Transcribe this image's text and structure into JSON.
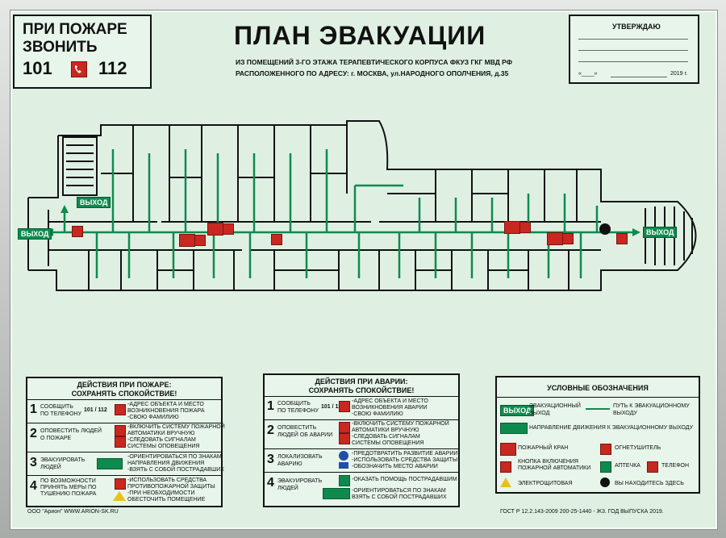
{
  "call_box": {
    "line1": "ПРИ ПОЖАРЕ",
    "line2": "ЗВОНИТЬ",
    "num1": "101",
    "num2": "112"
  },
  "title": "ПЛАН ЭВАКУАЦИИ",
  "subtitle1": "ИЗ ПОМЕЩЕНИЙ 3-ГО ЭТАЖА  ТЕРАПЕВТИЧЕСКОГО КОРПУСА ФКУЗ ГКГ МВД РФ",
  "subtitle2": "РАСПОЛОЖЕННОГО ПО АДРЕСУ: г. МОСКВА, ул.НАРОДНОГО ОПОЛЧЕНИЯ, д.35",
  "approve": {
    "title": "УТВЕРЖДАЮ",
    "date_prefix": "«____»",
    "year": "2019 г."
  },
  "plan": {
    "exit_label": "ВЫХОД"
  },
  "fire_panel": {
    "title1": "ДЕЙСТВИЯ ПРИ ПОЖАРЕ:",
    "title2": "СОХРАНЯТЬ СПОКОЙСТВИЕ!",
    "steps": [
      {
        "num": "1",
        "left1": "СООБЩИТЬ",
        "left2": "ПО ТЕЛЕФОНУ",
        "nums": "101 / 112",
        "right1": "-АДРЕС ОБЪЕКТА И МЕСТО",
        "right2": "ВОЗНИКНОВЕНИЯ ПОЖАРА",
        "right3": "-СВОЮ ФАМИЛИЮ"
      },
      {
        "num": "2",
        "left1": "ОПОВЕСТИТЬ ЛЮДЕЙ",
        "left2": "О ПОЖАРЕ",
        "right1": "-ВКЛЮЧИТЬ СИСТЕМУ ПОЖАРНОЙ",
        "right2": "АВТОМАТИКИ ВРУЧНУЮ",
        "right3": "-СЛЕДОВАТЬ СИГНАЛАМ",
        "right4": "СИСТЕМЫ ОПОВЕЩЕНИЯ"
      },
      {
        "num": "3",
        "left1": "ЭВАКУИРОВАТЬ",
        "left2": "ЛЮДЕЙ",
        "right1": "-ОРИЕНТИРОВАТЬСЯ ПО ЗНАКАМ",
        "right2": "НАПРАВЛЕНИЯ ДВИЖЕНИЯ",
        "right3": "-ВЗЯТЬ С СОБОЙ ПОСТРАДАВШИХ"
      },
      {
        "num": "4",
        "left1": "ПО ВОЗМОЖНОСТИ",
        "left2": "ПРИНЯТЬ МЕРЫ ПО",
        "left3": "ТУШЕНИЮ ПОЖАРА",
        "right1": "-ИСПОЛЬЗОВАТЬ СРЕДСТВА",
        "right2": "ПРОТИВОПОЖАРНОЙ ЗАЩИТЫ",
        "right3": "-ПРИ НЕОБХОДИМОСТИ",
        "right4": "ОБЕСТОЧИТЬ ПОМЕЩЕНИЕ"
      }
    ]
  },
  "accident_panel": {
    "title1": "ДЕЙСТВИЯ ПРИ АВАРИИ:",
    "title2": "СОХРАНЯТЬ СПОКОЙСТВИЕ!",
    "steps": [
      {
        "num": "1",
        "left1": "СООБЩИТЬ",
        "left2": "ПО ТЕЛЕФОНУ",
        "nums": "101 / 112",
        "right1": "-АДРЕС ОБЪЕКТА И МЕСТО",
        "right2": "ВОЗНИКНОВЕНИЯ АВАРИИ",
        "right3": "-СВОЮ ФАМИЛИЮ"
      },
      {
        "num": "2",
        "left1": "ОПОВЕСТИТЬ",
        "left2": "ЛЮДЕЙ ОБ АВАРИИ",
        "right1": "-ВКЛЮЧИТЬ СИСТЕМУ ПОЖАРНОЙ",
        "right2": "АВТОМАТИКИ ВРУЧНУЮ",
        "right3": "-СЛЕДОВАТЬ СИГНАЛАМ",
        "right4": "СИСТЕМЫ ОПОВЕЩЕНИЯ"
      },
      {
        "num": "3",
        "left1": "ЛОКАЛИЗОВАТЬ",
        "left2": "АВАРИЮ",
        "right1": "-ПРЕДОТВРАТИТЬ РАЗВИТИЕ АВАРИИ",
        "right2": "-ИСПОЛЬЗОВАТЬ СРЕДСТВА ЗАЩИТЫ",
        "right3": "-ОБОЗНАЧИТЬ МЕСТО АВАРИИ"
      },
      {
        "num": "4",
        "left1": "ЭВАКУИРОВАТЬ",
        "left2": "ЛЮДЕЙ",
        "right1": "-ОКАЗАТЬ ПОМОЩЬ ПОСТРАДАВШИМ",
        "right2": "-ОРИЕНТИРОВАТЬСЯ ПО ЗНАКАМ",
        "right3": "ВЗЯТЬ С СОБОЙ ПОСТРАДАВШИХ"
      }
    ]
  },
  "legend": {
    "title": "УСЛОВНЫЕ ОБОЗНАЧЕНИЯ",
    "exit_sign": "ВЫХОД",
    "evac_exit1": "ЭВАКУАЦИОННЫЙ",
    "evac_exit2": "ВЫХОД",
    "path1": "ПУТЬ К ЭВАКУАЦИОННОМУ",
    "path2": "ВЫХОДУ",
    "direction": "НАПРАВЛЕНИЕ ДВИЖЕНИЯ К ЭВАКУАЦИОННОМУ ВЫХОДУ",
    "hydrant": "ПОЖАРНЫЙ КРАН",
    "extinguisher": "ОГНЕТУШИТЕЛЬ",
    "button1": "КНОПКА ВКЛЮЧЕНИЯ",
    "button2": "ПОЖАРНОЙ АВТОМАТИКИ",
    "first_aid": "АПТЕЧКА",
    "phone": "ТЕЛЕФОН",
    "electric": "ЭЛЕКТРОЩИТОВАЯ",
    "here": "ВЫ НАХОДИТЕСЬ ЗДЕСЬ"
  },
  "footer": {
    "maker": "ООО \"Арион\" WWW.ARION-SK.RU",
    "gost": "ГОСТ Р 12.2.143-2009 200-25-1440 - Ж3.  ГОД ВЫПУСКА 2019."
  },
  "colors": {
    "green": "#0f8a4e",
    "red": "#c8281f",
    "background": "#dff0e3"
  }
}
